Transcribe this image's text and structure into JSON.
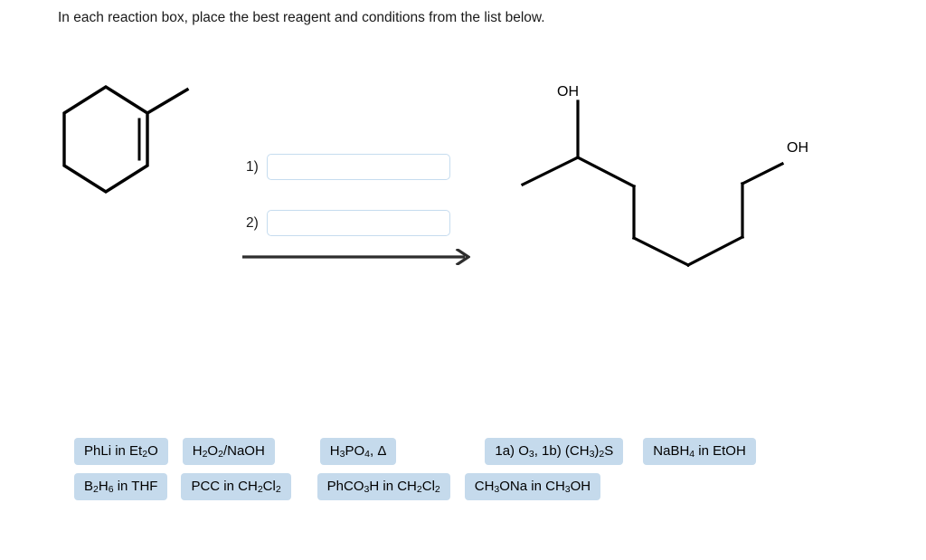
{
  "prompt": {
    "text": "In each reaction box, place the best reagent and conditions from the list below."
  },
  "scheme": {
    "reactant": {
      "name": "1-methylcyclohexene",
      "labels": []
    },
    "product": {
      "name": "2,7-heptanediol-type chain diol",
      "labels": [
        "OH",
        "OH"
      ],
      "label_left": "OH",
      "label_right": "OH"
    },
    "arrow": {
      "direction": "right",
      "color": "#2e2e2e"
    },
    "conditions": [
      {
        "number": "1)",
        "value": "",
        "placeholder": ""
      },
      {
        "number": "2)",
        "value": "",
        "placeholder": ""
      }
    ]
  },
  "reagent_bank": {
    "rows": [
      [
        {
          "id": "phli-et2o",
          "html": "PhLi in Et<sub>2</sub>O"
        },
        {
          "id": "h2o2-naoh",
          "html": "H<sub>2</sub>O<sub>2</sub>/NaOH"
        },
        {
          "id": "h3po4-delta",
          "html": "H<sub>3</sub>PO<sub>4</sub>, Δ"
        },
        {
          "id": "ozonolysis",
          "html": "1a) O<sub>3</sub>, 1b) (CH<sub>3</sub>)<sub>2</sub>S"
        },
        {
          "id": "nabh4-etoh",
          "html": "NaBH<sub>4</sub> in EtOH"
        }
      ],
      [
        {
          "id": "b2h6-thf",
          "html": "B<sub>2</sub>H<sub>6</sub> in THF"
        },
        {
          "id": "pcc-ch2cl2",
          "html": "PCC in CH<sub>2</sub>Cl<sub>2</sub>"
        },
        {
          "id": "phco3h",
          "html": "PhCO<sub>3</sub>H in CH<sub>2</sub>Cl<sub>2</sub>"
        },
        {
          "id": "ch3ona-ch3oh",
          "html": "CH<sub>3</sub>ONa in CH<sub>3</sub>OH"
        }
      ]
    ],
    "plain_labels": [
      "PhLi in Et2O",
      "H2O2/NaOH",
      "H3PO4, Δ",
      "1a) O3, 1b) (CH3)2S",
      "NaBH4 in EtOH",
      "B2H6 in THF",
      "PCC in CH2Cl2",
      "PhCO3H in CH2Cl2",
      "CH3ONa in CH3OH"
    ]
  },
  "colors": {
    "reagent_fill": "#c5daec",
    "input_border": "#c6dcef",
    "bond": "#000000",
    "arrow": "#2e2e2e",
    "text": "#1a1a1a"
  }
}
